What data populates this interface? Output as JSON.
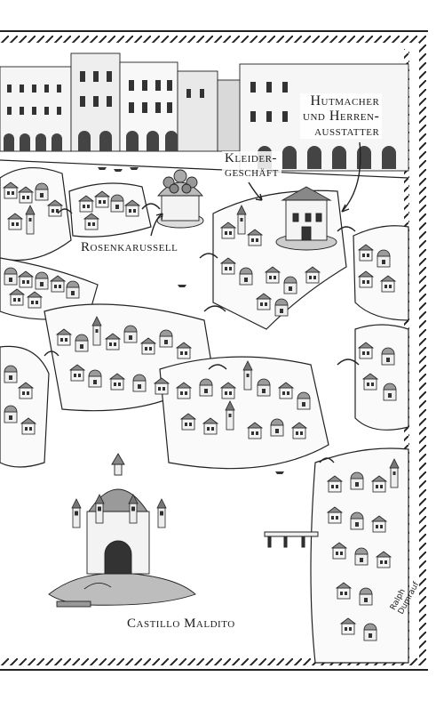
{
  "map": {
    "labels": {
      "hutmacher_line1": "Hutmacher",
      "hutmacher_line2": "und Herren-",
      "hutmacher_line3": "ausstatter",
      "kleider_line1": "Kleider-",
      "kleider_line2": "geschäft",
      "rosenkarussell": "Rosenkarussell",
      "castillo": "Castillo Maldito"
    },
    "signature": "Ralph Dumrauf",
    "colors": {
      "ink": "#1a1a1a",
      "paper": "#ffffff",
      "water": "#ffffff",
      "shade": "#9a9a9a"
    }
  }
}
